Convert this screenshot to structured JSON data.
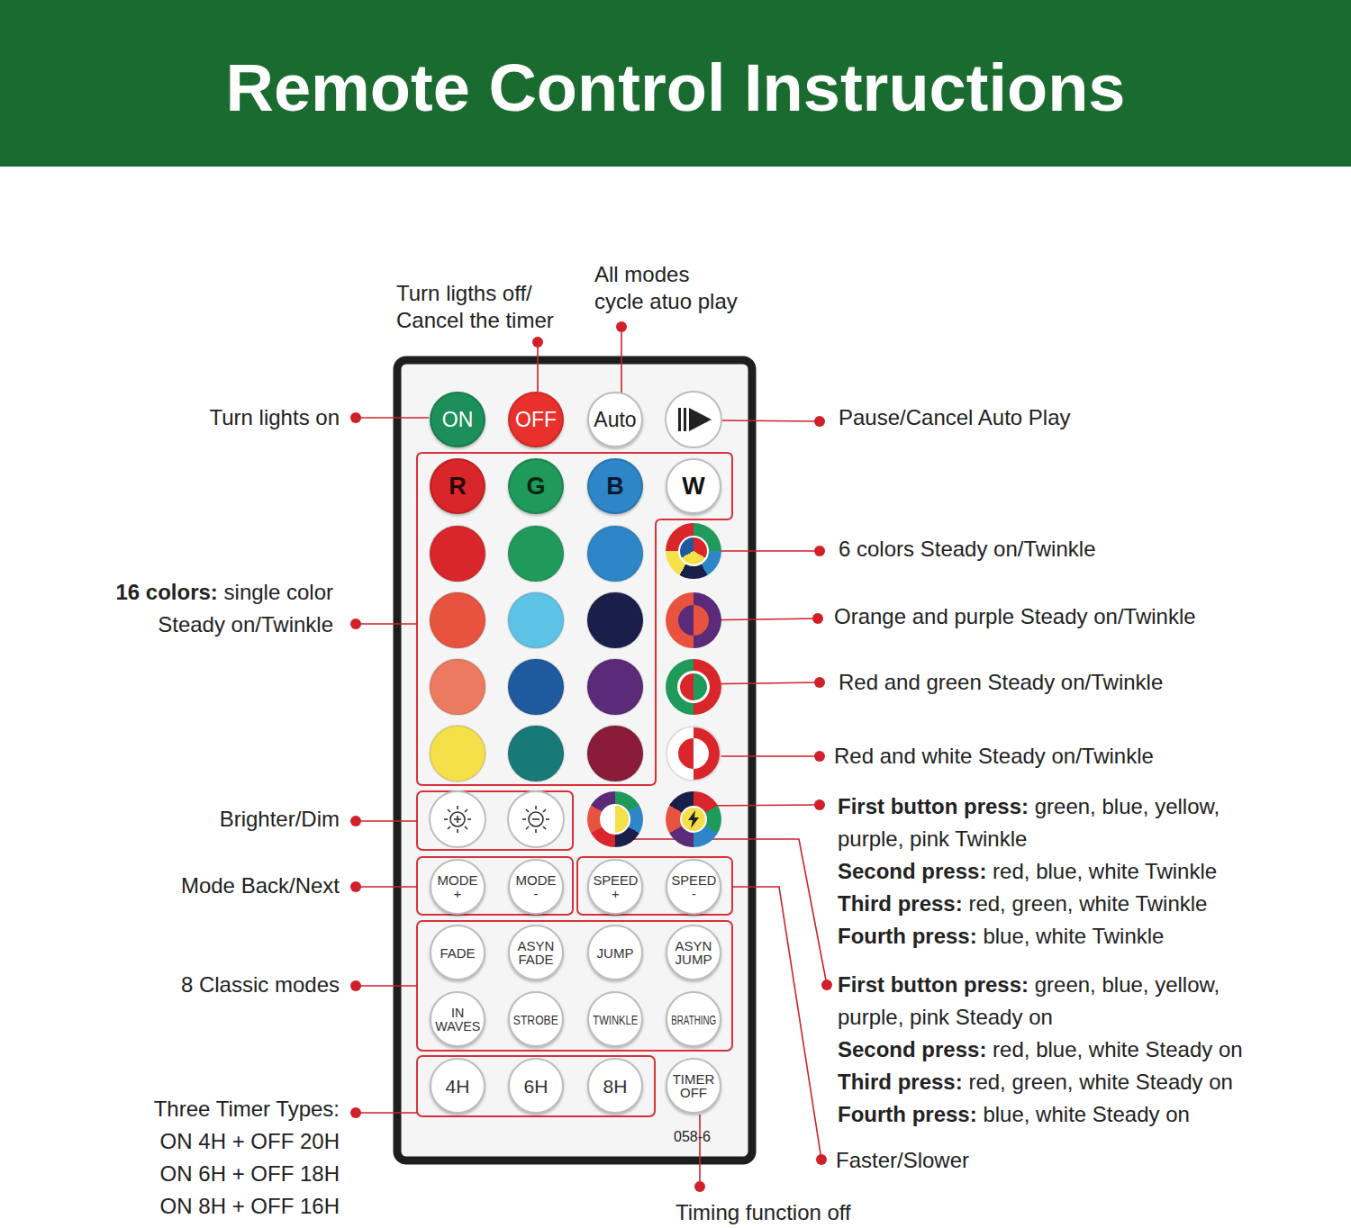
{
  "diagram": {
    "title": "Remote Control Instructions",
    "nodes": [
      {
        "text": [
          "ON"
        ]
      },
      {
        "text": [
          "OFF"
        ]
      },
      {
        "text": [
          "Auto"
        ]
      },
      {
        "text": [
          "R"
        ]
      },
      {
        "text": [
          "G"
        ]
      },
      {
        "text": [
          "B"
        ]
      },
      {
        "text": [
          "W"
        ]
      },
      {
        "text": [
          "MODE +"
        ]
      },
      {
        "text": [
          "MODE -"
        ]
      },
      {
        "text": [
          "SPEED +"
        ]
      },
      {
        "text": [
          "SPEED -"
        ]
      },
      {
        "text": [
          "FADE"
        ]
      },
      {
        "text": [
          "ASYN FADE"
        ]
      },
      {
        "text": [
          "JUMP"
        ]
      },
      {
        "text": [
          "ASYN JUMP"
        ]
      },
      {
        "text": [
          "IN WAVES"
        ]
      },
      {
        "text": [
          "STROBE"
        ]
      },
      {
        "text": [
          "TWINKLE"
        ]
      },
      {
        "text": [
          "BRATHING"
        ]
      },
      {
        "text": [
          "4H"
        ]
      },
      {
        "text": [
          "6H"
        ]
      },
      {
        "text": [
          "8H"
        ]
      },
      {
        "text": [
          "TIMER OFF"
        ]
      }
    ],
    "labels": [
      "Turn ligths off/ Cancel the timer",
      "All modes cycle atuo play",
      "Turn lights on",
      "Pause/Cancel Auto Play",
      "6 colors Steady on/Twinkle",
      "16 colors:",
      "single color Steady on/Twinkle",
      "Orange and purple Steady on/Twinkle",
      "Red and green Steady on/Twinkle",
      "Red and white Steady on/Twinkle",
      "Brighter/Dim",
      "First button press:",
      "green, blue, yellow, purple, pink Twinkle",
      "Second press:",
      "red, blue, white Twinkle",
      "Third press:",
      "red, green, white Twinkle",
      "Fourth press:",
      "blue, white Twinkle",
      "Mode Back/Next",
      "8 Classic modes",
      "First button press:",
      "green, blue, yellow, purple, pink Steady on",
      "Second press:",
      "red, blue, white Steady on",
      "Third press:",
      "red, green, white Steady on",
      "Fourth press:",
      "blue, white Steady on",
      "Three Timer Types:",
      "ON 4H + OFF 20H",
      "ON 6H + OFF 18H",
      "ON 8H + OFF 16H",
      "Faster/Slower",
      "058-6",
      "Timing function off"
    ]
  }
}
